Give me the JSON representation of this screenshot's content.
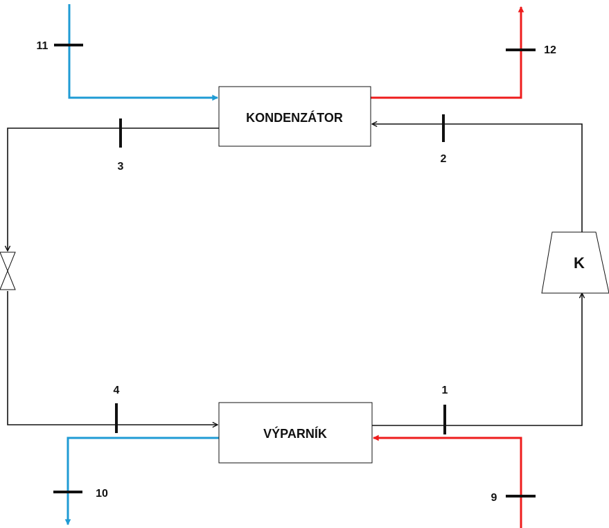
{
  "components": {
    "condenser": "KONDENZÁTOR",
    "evaporator": "VÝPARNÍK",
    "compressor": "K"
  },
  "state_points": {
    "p1": "1",
    "p2": "2",
    "p3": "3",
    "p4": "4",
    "p9": "9",
    "p10": "10",
    "p11": "11",
    "p12": "12"
  },
  "colors": {
    "refrigerant_line": "#111111",
    "cold_fluid": "#1f9bd4",
    "hot_fluid": "#ee1c1c"
  }
}
